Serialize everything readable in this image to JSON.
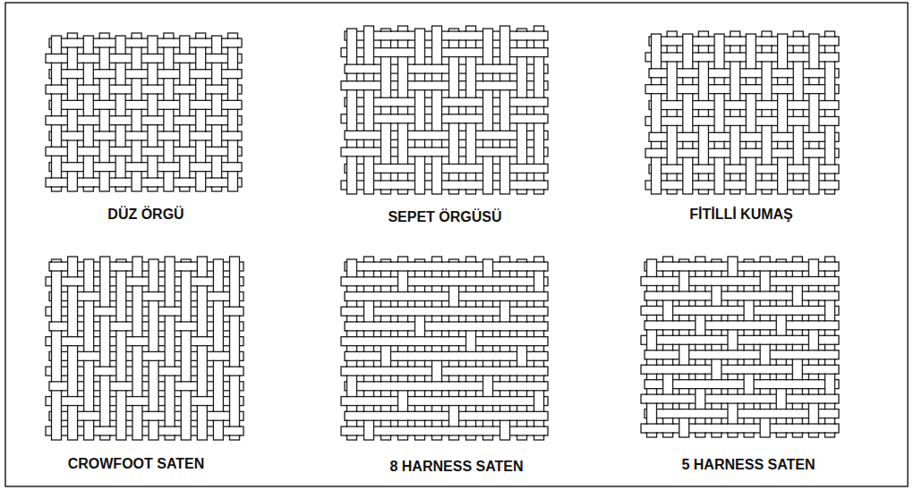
{
  "diagram": {
    "labels": [
      "DÜZ ÖRGÜ",
      "SEPET ÖRGÜSÜ",
      "FİTİLLİ KUMAŞ",
      "CROWFOOT SATEN",
      "8 HARNESS SATEN",
      "5 HARNESS SATEN"
    ]
  }
}
